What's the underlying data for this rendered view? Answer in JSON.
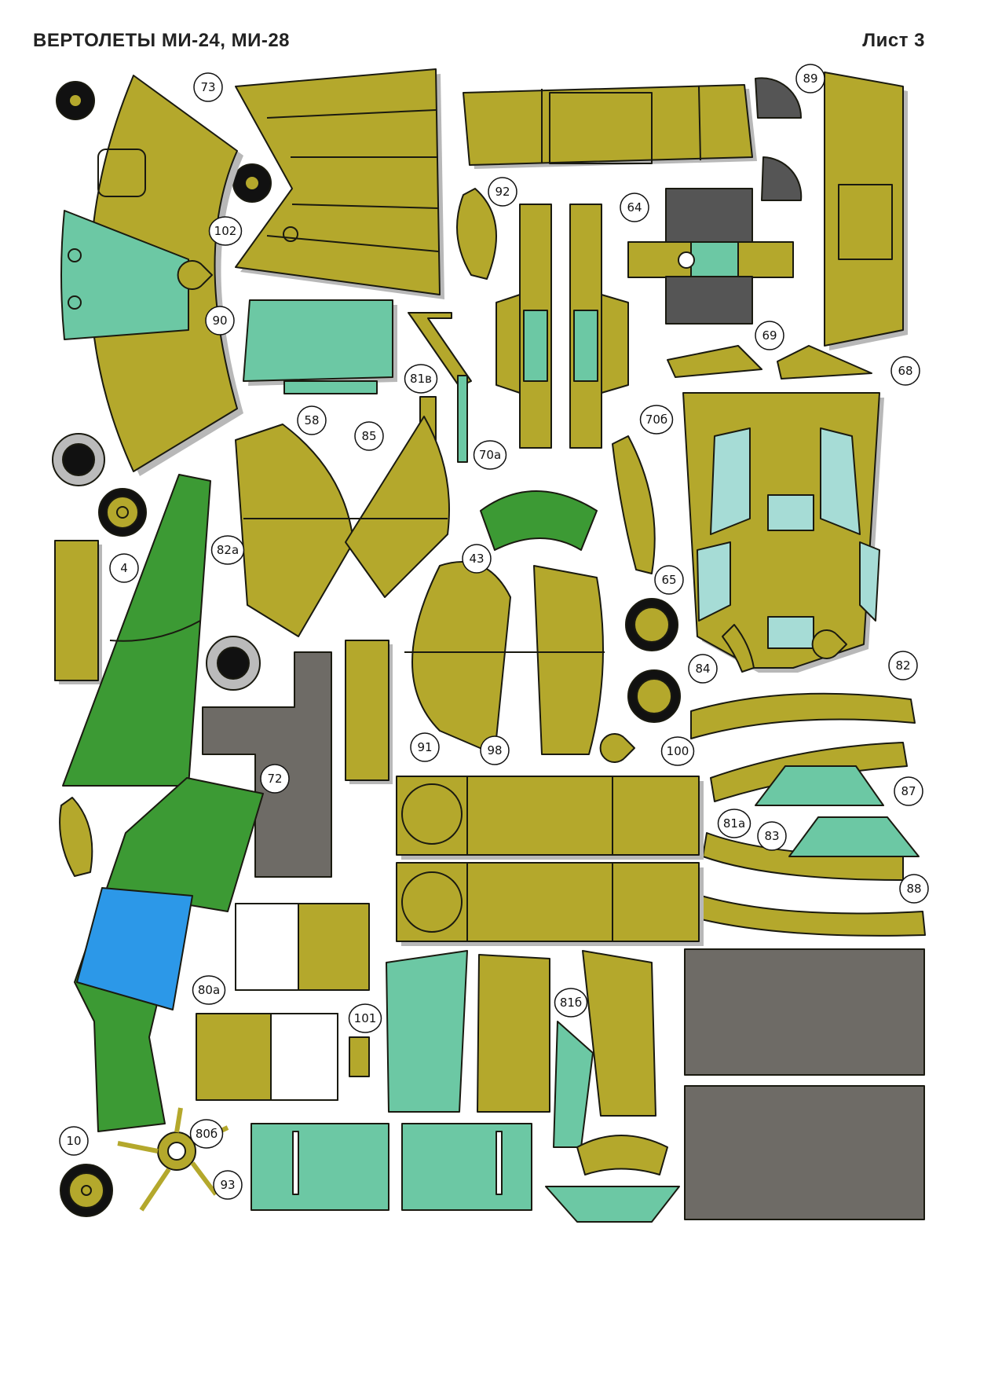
{
  "header": {
    "title": "ВЕРТОЛЕТЫ МИ-24, МИ-28",
    "sheet": "Лист 3"
  },
  "colors": {
    "olive": "#b4a82c",
    "green": "#3c9a34",
    "mint": "#6cc8a4",
    "blue": "#2c98e8",
    "gray": "#6e6b66",
    "shadow": "#b8b8b8",
    "outline": "#1a1a10"
  },
  "part_labels": [
    "73",
    "89",
    "64",
    "92",
    "102",
    "90",
    "69",
    "81в",
    "85",
    "58",
    "70а",
    "70б",
    "68",
    "82а",
    "4",
    "43",
    "65",
    "84",
    "82",
    "91",
    "98",
    "100",
    "72",
    "81а",
    "83",
    "87",
    "88",
    "80а",
    "101",
    "81б",
    "10",
    "80б",
    "93"
  ]
}
